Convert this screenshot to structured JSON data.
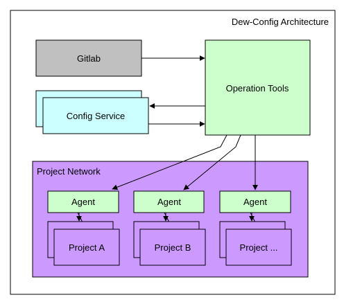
{
  "title": "Dew-Config Architecture",
  "nodes": {
    "gitlab": {
      "label": "Gitlab",
      "fill": "#c0c0c0"
    },
    "operation_tools": {
      "label": "Operation Tools",
      "fill": "#ccffcc"
    },
    "config_service": {
      "label": "Config Service",
      "fill": "#ccffff"
    },
    "project_network": {
      "label": "Project Network"
    },
    "agents": [
      {
        "label": "Agent"
      },
      {
        "label": "Agent"
      },
      {
        "label": "Agent"
      }
    ],
    "projects": [
      {
        "label": "Project A"
      },
      {
        "label": "Project B"
      },
      {
        "label": "Project ..."
      }
    ]
  },
  "colors": {
    "agent_fill": "#ccffcc",
    "project_fill": "#cc99ff",
    "stroke": "#000000"
  }
}
